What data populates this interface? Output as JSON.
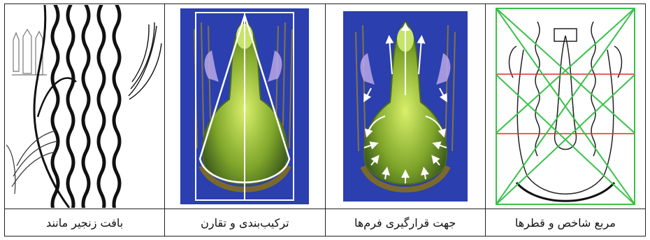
{
  "panels": [
    {
      "caption": "بافت زنجیر مانند",
      "colors": {
        "ink": "#111111",
        "paper": "#ffffff"
      }
    },
    {
      "caption": "ترکیب‌بندی و تقارن",
      "colors": {
        "bg": "#2b3fae",
        "figure": "#a7d43a",
        "lines": "#ffffff"
      }
    },
    {
      "caption": "جهت قرارگیری فرم‌ها",
      "colors": {
        "bg": "#2b3fae",
        "figure": "#a7d43a",
        "arrows": "#ffffff"
      }
    },
    {
      "caption": "مربع شاخص و قطرها",
      "colors": {
        "ink": "#222222",
        "diagonals": "#39c24a",
        "guides": "#d8322e"
      }
    }
  ]
}
